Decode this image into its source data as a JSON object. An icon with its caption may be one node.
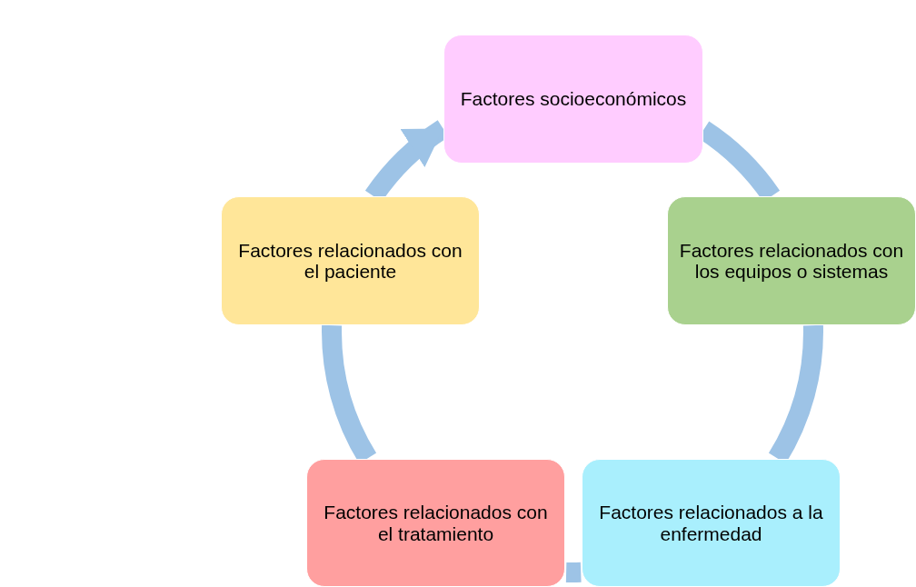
{
  "diagram": {
    "nodes": [
      {
        "text": [
          "Factores socioeconómicos"
        ]
      },
      {
        "text": [
          "Factores relacionados con los equipos o sistemas"
        ]
      },
      {
        "text": [
          "Factores relacionados a la enfermedad"
        ]
      },
      {
        "text": [
          "Factores relacionados con el tratamiento"
        ]
      },
      {
        "text": [
          "Factores relacionados con el paciente"
        ]
      }
    ],
    "edges": [
      {
        "from": 0,
        "to": 1,
        "arrow": "none"
      },
      {
        "from": 1,
        "to": 2,
        "arrow": "none"
      },
      {
        "from": 2,
        "to": 3,
        "arrow": "none"
      },
      {
        "from": 3,
        "to": 4,
        "arrow": "none"
      },
      {
        "from": 4,
        "to": 0,
        "arrow": "to"
      }
    ]
  }
}
